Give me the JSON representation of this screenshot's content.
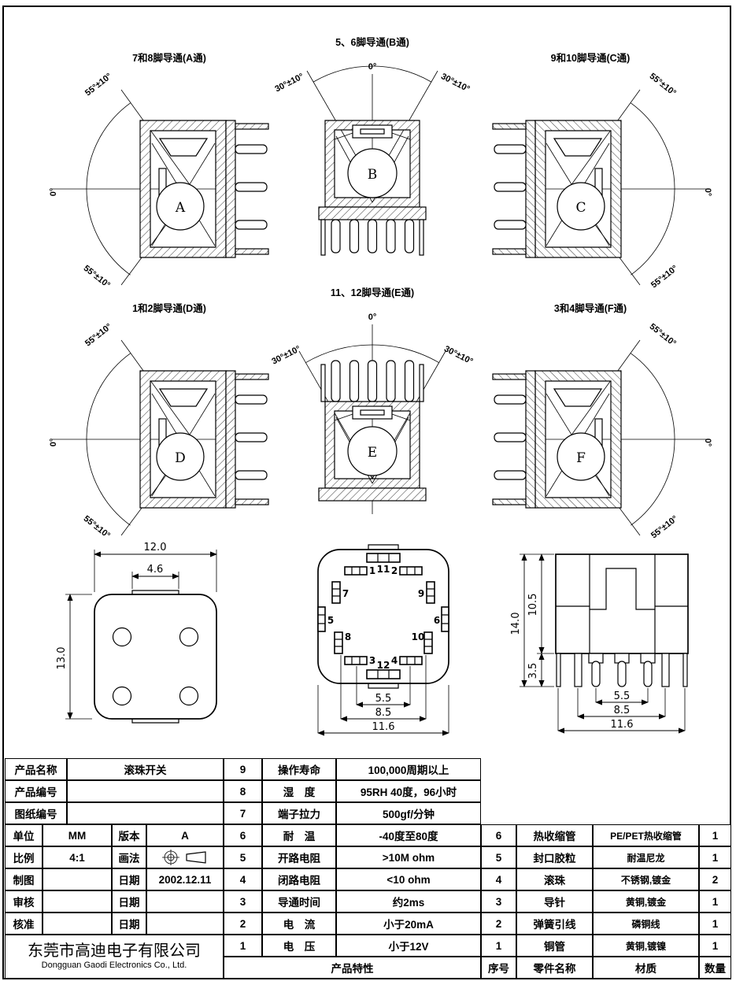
{
  "sheet": {
    "background": "#ffffff",
    "line_color": "#000000"
  },
  "views": [
    {
      "title": "7和8脚导通(A通)",
      "ball_label": "A",
      "angles": {
        "top": "55°±10°",
        "side": "0°",
        "bottom": "55°±10°"
      }
    },
    {
      "title": "5、6脚导通(B通)",
      "ball_label": "B",
      "angles": {
        "top": "0°",
        "left": "30°±10°",
        "right": "30°±10°"
      }
    },
    {
      "title": "9和10脚导通(C通)",
      "ball_label": "C",
      "angles": {
        "top": "55°±10°",
        "side": "0°",
        "bottom": "55°±10°"
      }
    },
    {
      "title": "1和2脚导通(D通)",
      "ball_label": "D",
      "angles": {
        "top": "55°±10°",
        "side": "0°",
        "bottom": "55°±10°"
      }
    },
    {
      "title": "11、12脚导通(E通)",
      "ball_label": "E",
      "angles": {
        "top": "0°",
        "left": "30°±10°",
        "right": "30°±10°"
      }
    },
    {
      "title": "3和4脚导通(F通)",
      "ball_label": "F",
      "angles": {
        "top": "55°±10°",
        "side": "0°",
        "bottom": "55°±10°"
      }
    }
  ],
  "dimensions": {
    "bottom_view": {
      "width": "12.0",
      "tab_width": "4.6",
      "height": "13.0"
    },
    "pad_view": {
      "pins": [
        "1",
        "2",
        "3",
        "4",
        "5",
        "6",
        "7",
        "8",
        "9",
        "10",
        "11",
        "12"
      ],
      "dim_inner": "5.5",
      "dim_mid": "8.5",
      "dim_outer": "11.6"
    },
    "side_view": {
      "total_height": "14.0",
      "body_height": "10.5",
      "pin_height": "3.5",
      "dim_inner": "5.5",
      "dim_mid": "8.5",
      "dim_outer": "11.6"
    }
  },
  "product_info": {
    "rows": [
      {
        "label": "产品名称",
        "value": "滚珠开关"
      },
      {
        "label": "产品编号",
        "value": ""
      },
      {
        "label": "图纸编号",
        "value": ""
      }
    ],
    "meta": [
      {
        "l1": "单位",
        "v1": "MM",
        "l2": "版本",
        "v2": "A"
      },
      {
        "l1": "比例",
        "v1": "4:1",
        "l2": "画法",
        "v2": ""
      },
      {
        "l1": "制图",
        "v1": "",
        "l2": "日期",
        "v2": "2002.12.11"
      },
      {
        "l1": "审核",
        "v1": "",
        "l2": "日期",
        "v2": ""
      },
      {
        "l1": "核准",
        "v1": "",
        "l2": "日期",
        "v2": ""
      }
    ]
  },
  "characteristics": {
    "title": "产品特性",
    "rows": [
      {
        "no": "9",
        "name": "操作寿命",
        "value": "100,000周期以上"
      },
      {
        "no": "8",
        "name": "湿　度",
        "value": "95RH 40度，96小时"
      },
      {
        "no": "7",
        "name": "端子拉力",
        "value": "500gf/分钟"
      },
      {
        "no": "6",
        "name": "耐　温",
        "value": "-40度至80度"
      },
      {
        "no": "5",
        "name": "开路电阻",
        "value": ">10M ohm"
      },
      {
        "no": "4",
        "name": "闭路电阻",
        "value": "<10 ohm"
      },
      {
        "no": "3",
        "name": "导通时间",
        "value": "约2ms"
      },
      {
        "no": "2",
        "name": "电　流",
        "value": "小于20mA"
      },
      {
        "no": "1",
        "name": "电　压",
        "value": "小于12V"
      }
    ]
  },
  "parts": {
    "headers": {
      "no": "序号",
      "name": "零件名称",
      "material": "材质",
      "qty": "数量"
    },
    "rows": [
      {
        "no": "6",
        "name": "热收缩管",
        "material": "PE/PET热收缩管",
        "qty": "1"
      },
      {
        "no": "5",
        "name": "封口胶粒",
        "material": "耐温尼龙",
        "qty": "1"
      },
      {
        "no": "4",
        "name": "滚珠",
        "material": "不锈钢,镀金",
        "qty": "2"
      },
      {
        "no": "3",
        "name": "导针",
        "material": "黄铜,镀金",
        "qty": "1"
      },
      {
        "no": "2",
        "name": "弹簧引线",
        "material": "磷铜线",
        "qty": "1"
      },
      {
        "no": "1",
        "name": "铜管",
        "material": "黄铜,镀镍",
        "qty": "1"
      }
    ]
  },
  "company": {
    "name_cn": "东莞市高迪电子有限公司",
    "name_en": "Dongguan Gaodi Electronics Co., Ltd."
  }
}
